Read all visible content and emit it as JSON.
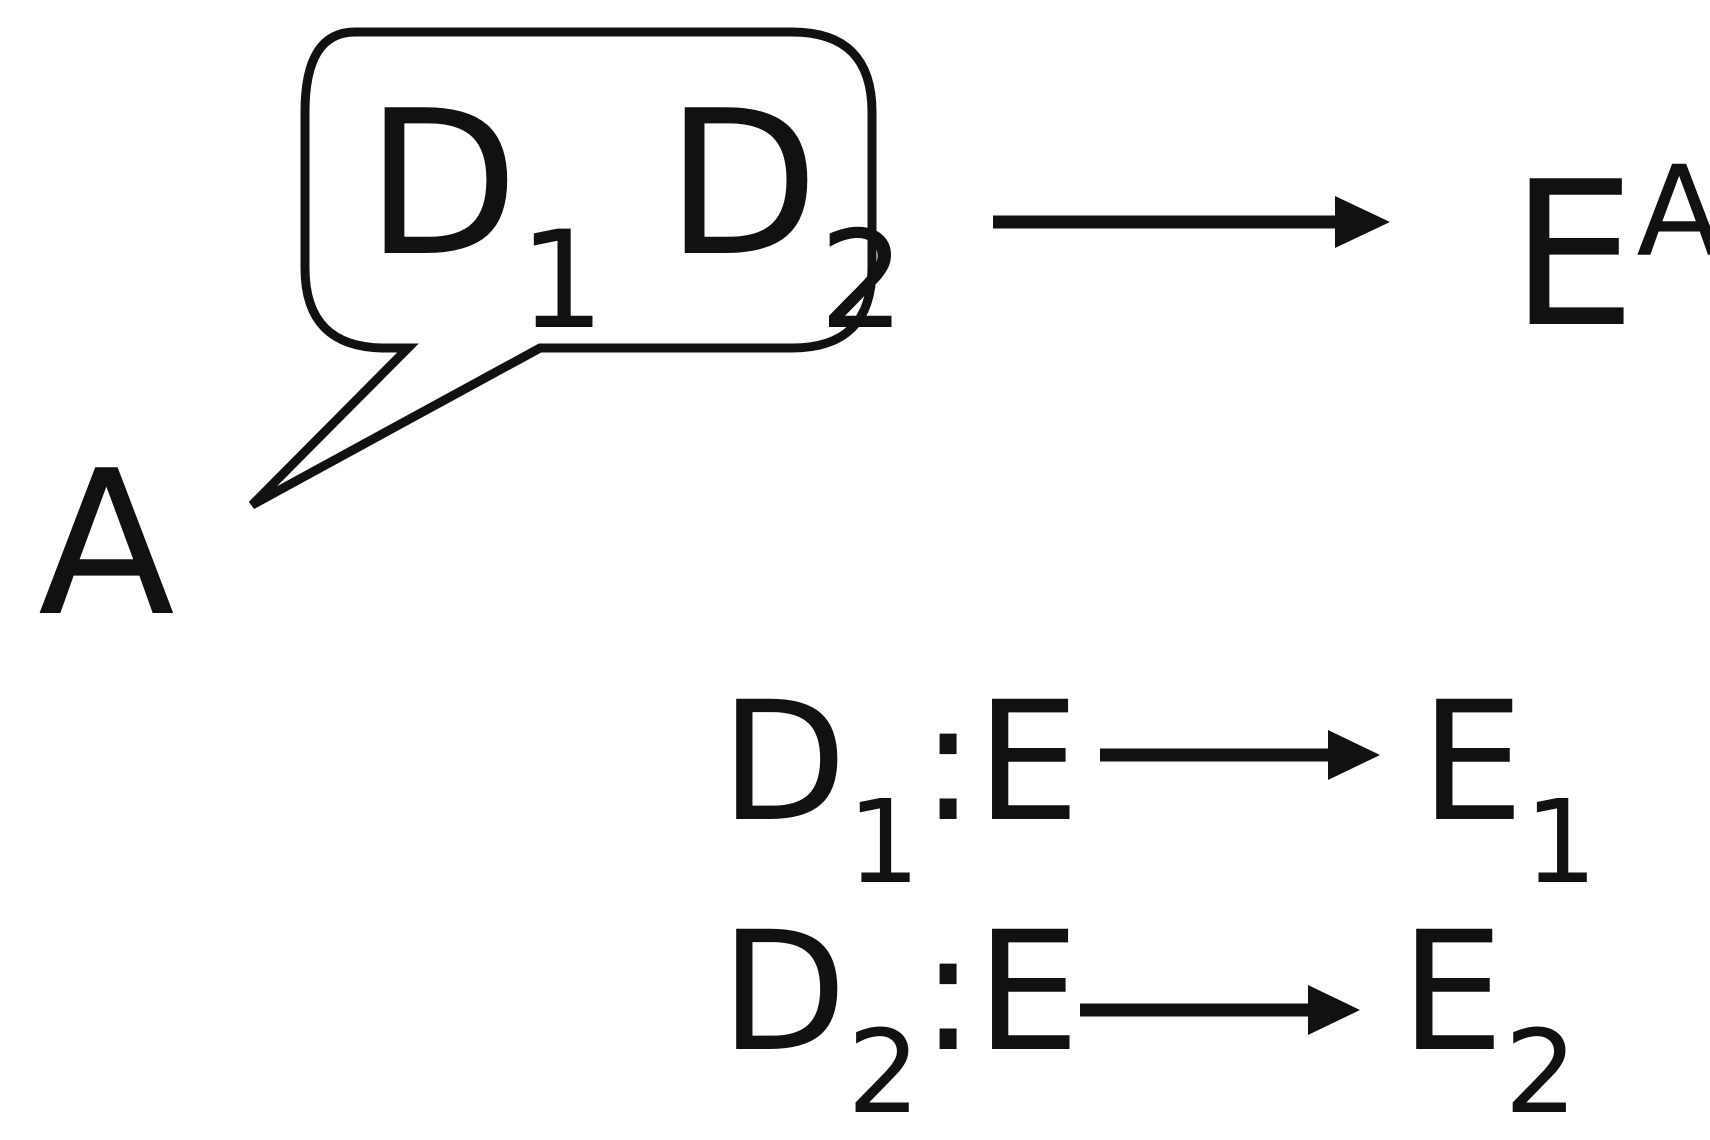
{
  "speaker": "A",
  "bubble": {
    "item1_base": "D",
    "item1_sub": "1",
    "item2_base": "D",
    "item2_sub": "2"
  },
  "result": {
    "base": "E",
    "sup": "A"
  },
  "mappings": [
    {
      "from_base": "D",
      "from_sub": "1",
      "domain": "E",
      "to_base": "E",
      "to_sub": "1"
    },
    {
      "from_base": "D",
      "from_sub": "2",
      "domain": "E",
      "to_base": "E",
      "to_sub": "2"
    }
  ],
  "colors": {
    "ink": "#111111",
    "background": "#ffffff"
  }
}
